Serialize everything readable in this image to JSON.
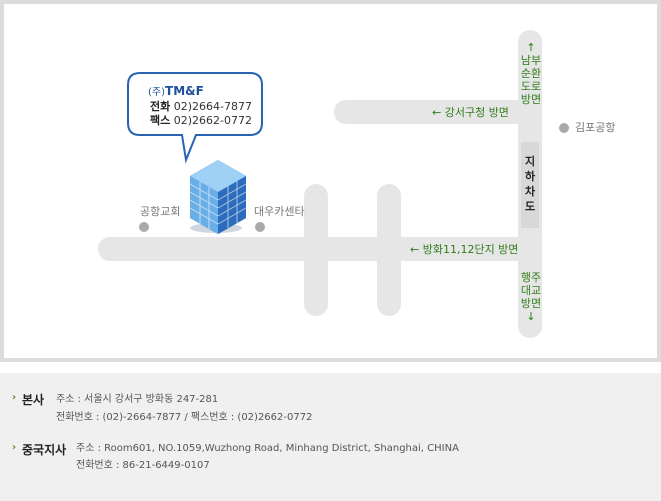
{
  "map": {
    "company": {
      "prefix": "(주)",
      "name": "TM&F"
    },
    "phone": {
      "label": "전화",
      "value": "02)2664-7877"
    },
    "fax": {
      "label": "팩스",
      "value": "02)2662-0772"
    },
    "places": {
      "church": "공항교회",
      "daewoo": "대우카센타",
      "gimpo": "김포공항"
    },
    "directions": {
      "gangseo": "← 강서구청 방면",
      "banghwa": "← 방화11,12단지 방면",
      "south_road": [
        "↑",
        "남부",
        "순환",
        "도로",
        "방면"
      ],
      "haengju": [
        "행주",
        "대교",
        "방면",
        "↓"
      ]
    },
    "tunnel": [
      "지",
      "하",
      "차",
      "도"
    ]
  },
  "info": {
    "hq": {
      "title": "본사",
      "address": "주소 : 서울시 강서구 방화동 247-281",
      "contact": "전화번호 : (02)-2664-7877    /    팩스번호 : (02)2662-0772"
    },
    "china": {
      "title": "중국지사",
      "address": "주소 : Room601, NO.1059,Wuzhong Road, Minhang District, Shanghai, CHINA",
      "contact": "전화번호 : 86-21-6449-0107"
    }
  },
  "colors": {
    "road": "#e6e6e6",
    "direction_text": "#2f7d1a",
    "company_text": "#1d4f9c",
    "building": "#4a8fd8"
  }
}
